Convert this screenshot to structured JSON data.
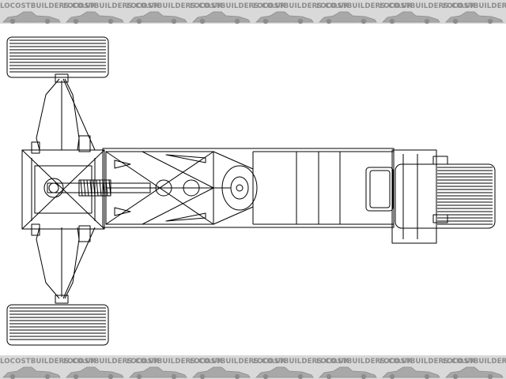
{
  "watermark": {
    "text": "LOCOSTBUILDERS.CO.UK",
    "repeat": 8,
    "colors": {
      "band": "#d9d9d9",
      "text": "#8c8c8c"
    }
  },
  "drawing": {
    "view": "chassis-plan-view",
    "line_color": "#000000",
    "background": "#ffffff"
  }
}
